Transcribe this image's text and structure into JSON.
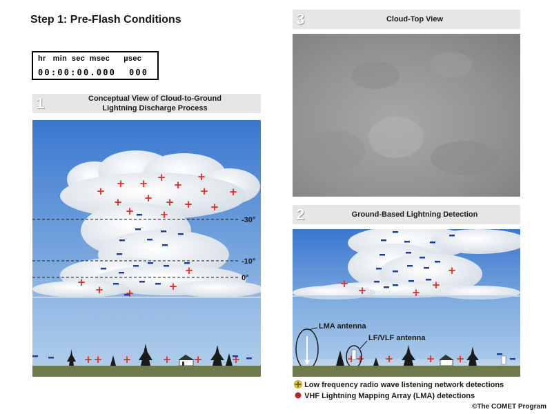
{
  "page": {
    "title": "Step 1: Pre-Flash Conditions",
    "copyright": "©The COMET Program"
  },
  "timer": {
    "header": "hr   min  sec  msec      µsec",
    "value": "00:00:00.000  000"
  },
  "panels": {
    "p1": {
      "number": "1",
      "title_line1": "Conceptual View of Cloud-to-Ground",
      "title_line2": "Lightning Discharge Process"
    },
    "p2": {
      "number": "2",
      "title": "Ground-Based Lightning Detection"
    },
    "p3": {
      "number": "3",
      "title": "Cloud-Top View"
    }
  },
  "temperature_levels": [
    "-30°",
    "-10°",
    "0°"
  ],
  "antennas": {
    "lma": "LMA antenna",
    "lf_vlf": "LF/VLF antenna"
  },
  "legend": {
    "items": [
      {
        "label": "Low frequency radio wave listening network detections",
        "color": "#f2d21b"
      },
      {
        "label": "VHF Lightning Mapping Array (LMA) detections",
        "color": "#b3261e"
      }
    ]
  },
  "colors": {
    "positive": "#e8281e",
    "negative": "#1c3f9c",
    "sky_top": "#3d7fd2",
    "ground": "#6f7a4a"
  }
}
